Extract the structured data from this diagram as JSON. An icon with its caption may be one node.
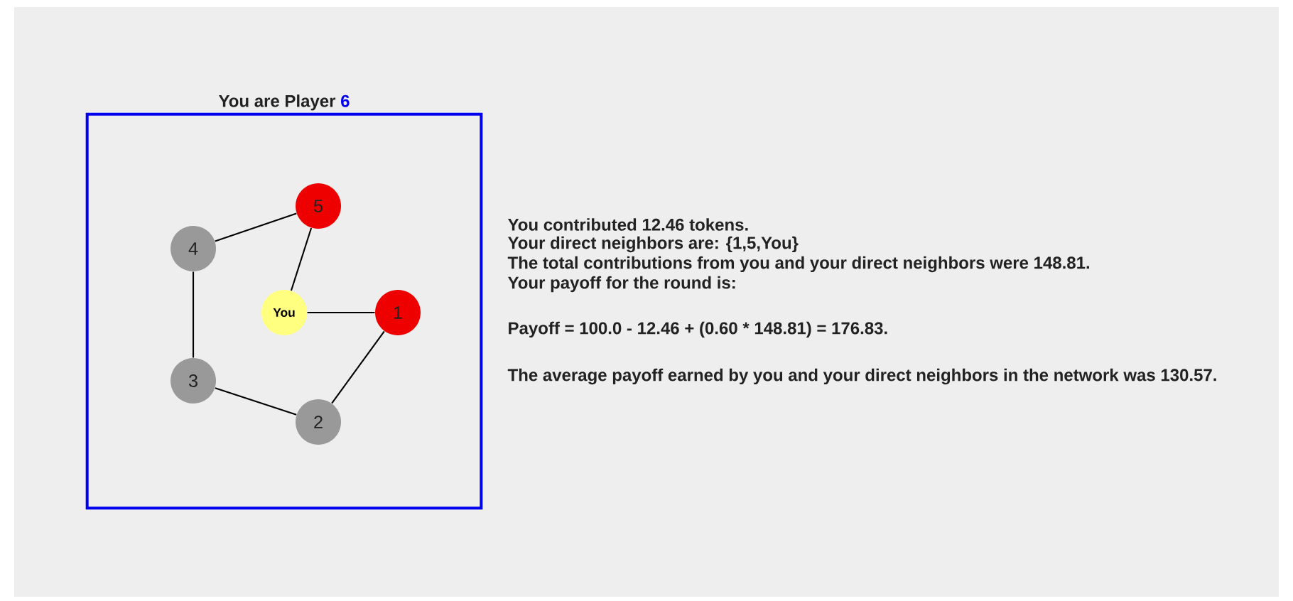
{
  "diagram": {
    "nodes": [
      {
        "text": [
          "You are Player",
          "6"
        ]
      },
      {
        "text": [
          "You"
        ],
        "in": 0
      },
      {
        "text": [
          "1"
        ],
        "in": 0
      },
      {
        "text": [
          "2"
        ],
        "in": 0
      },
      {
        "text": [
          "3"
        ],
        "in": 0
      },
      {
        "text": [
          "4"
        ],
        "in": 0
      },
      {
        "text": [
          "5"
        ],
        "in": 0
      }
    ],
    "edges": [
      {
        "from": 5,
        "to": 6,
        "arrow": "none"
      },
      {
        "from": 6,
        "to": 1,
        "arrow": "none"
      },
      {
        "from": 1,
        "to": 2,
        "arrow": "none"
      },
      {
        "from": 2,
        "to": 3,
        "arrow": "none"
      },
      {
        "from": 3,
        "to": 4,
        "arrow": "none"
      },
      {
        "from": 4,
        "to": 5,
        "arrow": "none"
      }
    ],
    "labels": [
      "You contributed 12.46 tokens.",
      "Your direct neighbors are: {1,5,You}",
      "The total contributions from you and your direct neighbors were 148.81.",
      "Your payoff for the round is:",
      "Payoff = 100.0 - 12.46 + (0.60 * 148.81) = 176.83.",
      "The average payoff earned by you and your direct neighbors in the network was 130.57."
    ]
  }
}
